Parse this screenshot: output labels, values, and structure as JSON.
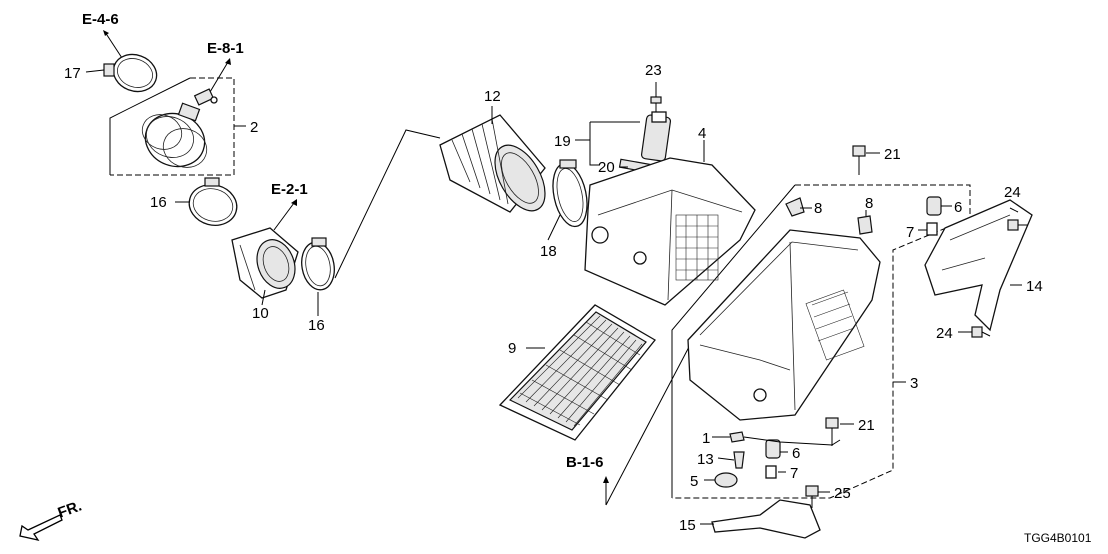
{
  "diagram": {
    "drawing_code": "TGG4B0101",
    "direction_label": "FR.",
    "references": {
      "e46": "E-4-6",
      "e81": "E-8-1",
      "e21": "E-2-1",
      "b16": "B-1-6"
    },
    "callouts": {
      "c1": "1",
      "c2": "2",
      "c3": "3",
      "c4": "4",
      "c5": "5",
      "c6a": "6",
      "c6b": "6",
      "c7a": "7",
      "c7b": "7",
      "c8a": "8",
      "c8b": "8",
      "c9": "9",
      "c10": "10",
      "c12": "12",
      "c13": "13",
      "c14": "14",
      "c15": "15",
      "c16a": "16",
      "c16b": "16",
      "c17": "17",
      "c18": "18",
      "c19": "19",
      "c20": "20",
      "c21a": "21",
      "c21b": "21",
      "c23": "23",
      "c24a": "24",
      "c24b": "24",
      "c25": "25"
    }
  }
}
